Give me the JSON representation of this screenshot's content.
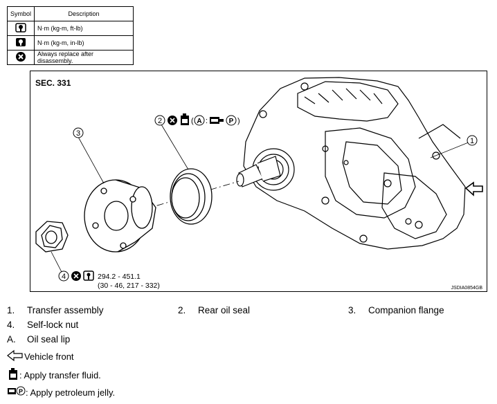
{
  "symbol_table": {
    "header_symbol": "Symbol",
    "header_description": "Description",
    "rows": [
      {
        "icon": "torque-wrench-icon",
        "description": "N·m (kg-m, ft-lb)"
      },
      {
        "icon": "torque-wrench-small-icon",
        "description": "N·m (kg-m, in-lb)"
      },
      {
        "icon": "always-replace-icon",
        "description": "Always replace after disassembly."
      }
    ]
  },
  "diagram": {
    "section": "SEC. 331",
    "callout_1": "1",
    "callout_2": "2",
    "callout_3": "3",
    "callout_4": "4",
    "callout_2_paren_open": "(",
    "callout_2_letter": "A",
    "callout_2_colon": ":",
    "callout_2_p": "P",
    "callout_2_paren_close": ")",
    "torque_value": "294.2 - 451.1",
    "torque_alt": "(30 - 46, 217 - 332)",
    "code": "JSDIA0854GB"
  },
  "items": [
    {
      "num": "1.",
      "label": "Transfer assembly"
    },
    {
      "num": "2.",
      "label": "Rear oil seal"
    },
    {
      "num": "3.",
      "label": "Companion flange"
    },
    {
      "num": "4.",
      "label": "Self-lock nut"
    },
    {
      "num": "A.",
      "label": "Oil seal lip"
    }
  ],
  "notes": {
    "vehicle_front": "Vehicle front",
    "apply_fluid": ": Apply transfer fluid.",
    "apply_jelly": ": Apply petroleum jelly."
  }
}
